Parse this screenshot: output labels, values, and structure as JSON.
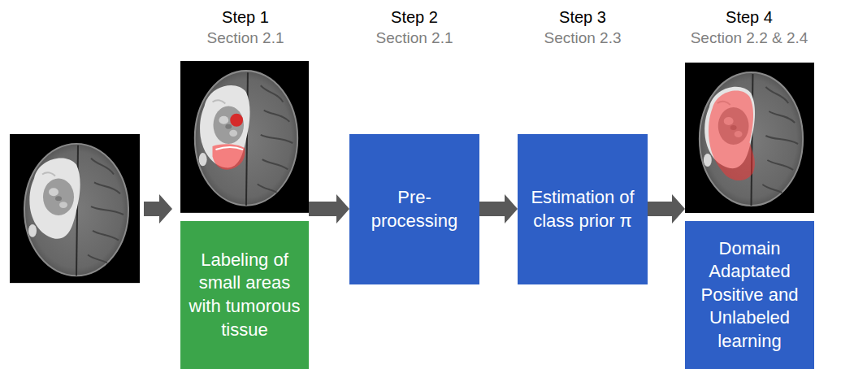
{
  "diagram": {
    "nodes": [
      {
        "text": [
          "Labeling of small areas with tumorous tissue"
        ]
      },
      {
        "text": [
          "Pre- processing"
        ]
      },
      {
        "text": [
          "Estimation of class prior π"
        ]
      },
      {
        "text": [
          "Domain Adaptated Positive and Unlabeled learning"
        ]
      }
    ],
    "edges": [
      {
        "from": 0,
        "to": 1,
        "arrow": "to"
      },
      {
        "from": 1,
        "to": 2,
        "arrow": "to"
      },
      {
        "from": 2,
        "to": 3,
        "arrow": "to"
      }
    ],
    "labels": [
      "Step 1",
      "Section 2.1",
      "Step 2",
      "Section 2.1",
      "Step 3",
      "Section 2.3",
      "Step 4",
      "Section 2.2 & 2.4"
    ]
  }
}
